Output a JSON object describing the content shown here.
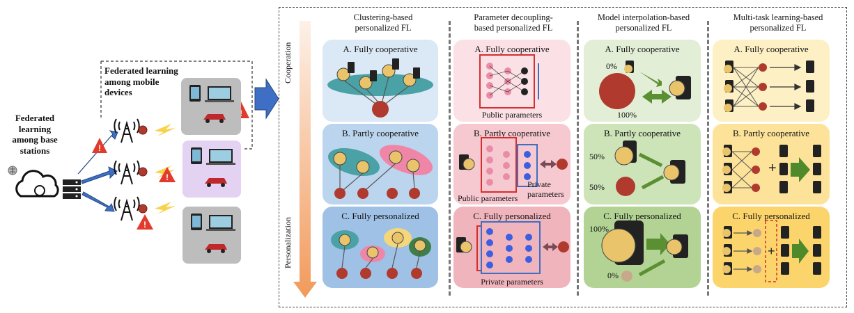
{
  "left": {
    "base_stations_label": [
      "Federated",
      "learning",
      "among base",
      "stations"
    ],
    "mobile_devices_label": [
      "Federated learning",
      "among mobile",
      "devices"
    ]
  },
  "axis": {
    "cooperation": "Cooperation",
    "personalization": "Personalization"
  },
  "columns": [
    {
      "header": [
        "Clustering-based",
        "personalized FL"
      ]
    },
    {
      "header": [
        "Parameter decoupling-",
        "based personalized FL"
      ]
    },
    {
      "header": [
        "Model interpolation-based",
        "personalized FL"
      ]
    },
    {
      "header": [
        "Multi-task learning-based",
        "personalized FL"
      ]
    }
  ],
  "rows": {
    "a": "A. Fully cooperative",
    "b": "B. Partly cooperative",
    "c": "C. Fully personalized"
  },
  "param": {
    "public": "Public parameters",
    "private_line1": "Private",
    "private_line2": "parameters",
    "private_full": "Private parameters"
  },
  "interp": {
    "a_top": "0%",
    "a_bottom": "100%",
    "b_top": "50%",
    "b_bottom": "50%",
    "c_top": "100%",
    "c_bottom": "0%"
  },
  "multitask": {
    "plus": "+"
  },
  "colors": {
    "clustering_a": "#dbe9f6",
    "clustering_b": "#bcd5ee",
    "clustering_c": "#9fc1e6",
    "param_a": "#fbe1e6",
    "param_b": "#f6c9d1",
    "param_c": "#f0b4bd",
    "interp_a": "#e2efd6",
    "interp_b": "#cde3b8",
    "interp_c": "#b3d395",
    "multi_a": "#fdf0c4",
    "multi_b": "#fde39a",
    "multi_c": "#fcd46c",
    "arrow_blue": "#3f6fc4",
    "gradient_top": "#fbe6d6",
    "gradient_bottom": "#f3a066",
    "warning_red": "#e23b2e",
    "lightning_yellow": "#f7d24a"
  }
}
